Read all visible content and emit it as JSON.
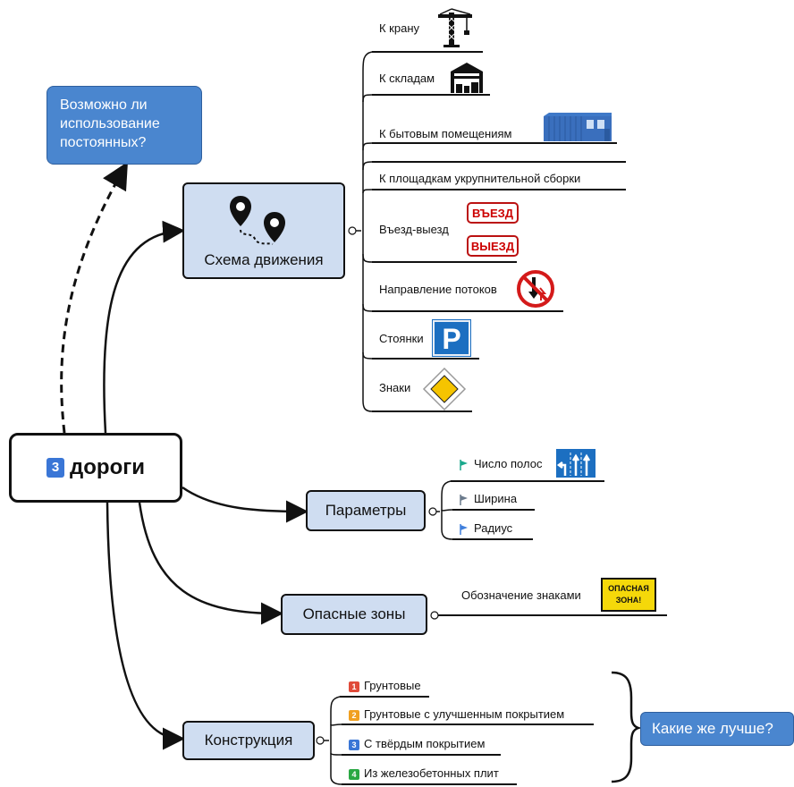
{
  "central": {
    "number": "3",
    "label": "дороги"
  },
  "callout_top": {
    "text": "Возможно ли использование постоянных?"
  },
  "callout_right": {
    "text": "Какие же лучше?"
  },
  "scheme": {
    "label": "Схема движения",
    "items": [
      {
        "label": "К крану",
        "icon": "crane-icon"
      },
      {
        "label": "К складам",
        "icon": "warehouse-icon"
      },
      {
        "label": "К бытовым помещениям",
        "icon": "container-icon"
      },
      {
        "label": "К площадкам укрупнительной сборки",
        "icon": ""
      },
      {
        "label": "Въезд-выезд",
        "icon": "entry-sign-icon",
        "signs": [
          "ВЪЕЗД",
          "ВЫЕЗД"
        ]
      },
      {
        "label": "Направление потоков",
        "icon": "traffic-direction-sign-icon"
      },
      {
        "label": "Стоянки",
        "icon": "parking-sign-icon",
        "sign": "P"
      },
      {
        "label": "Знаки",
        "icon": "priority-road-sign-icon"
      }
    ]
  },
  "parameters": {
    "label": "Параметры",
    "items": [
      {
        "label": "Число полос",
        "flag_color": "#1aa88c",
        "icon": "lanes-sign-icon"
      },
      {
        "label": "Ширина",
        "flag_color": "#6b7a8c"
      },
      {
        "label": "Радиус",
        "flag_color": "#3f7fdc"
      }
    ]
  },
  "danger": {
    "label": "Опасные зоны",
    "items": [
      {
        "label": "Обозначение знаками",
        "sign": "ОПАСНАЯ ЗОНА!"
      }
    ]
  },
  "construction": {
    "label": "Конструкция",
    "items": [
      {
        "num": "1",
        "color": "#e04b3a",
        "label": "Грунтовые"
      },
      {
        "num": "2",
        "color": "#f0a020",
        "label": "Грунтовые с улучшенным покрытием"
      },
      {
        "num": "3",
        "color": "#3a76d6",
        "label": "С твёрдым покрытием"
      },
      {
        "num": "4",
        "color": "#2aa843",
        "label": "Из железобетонных плит"
      }
    ]
  }
}
